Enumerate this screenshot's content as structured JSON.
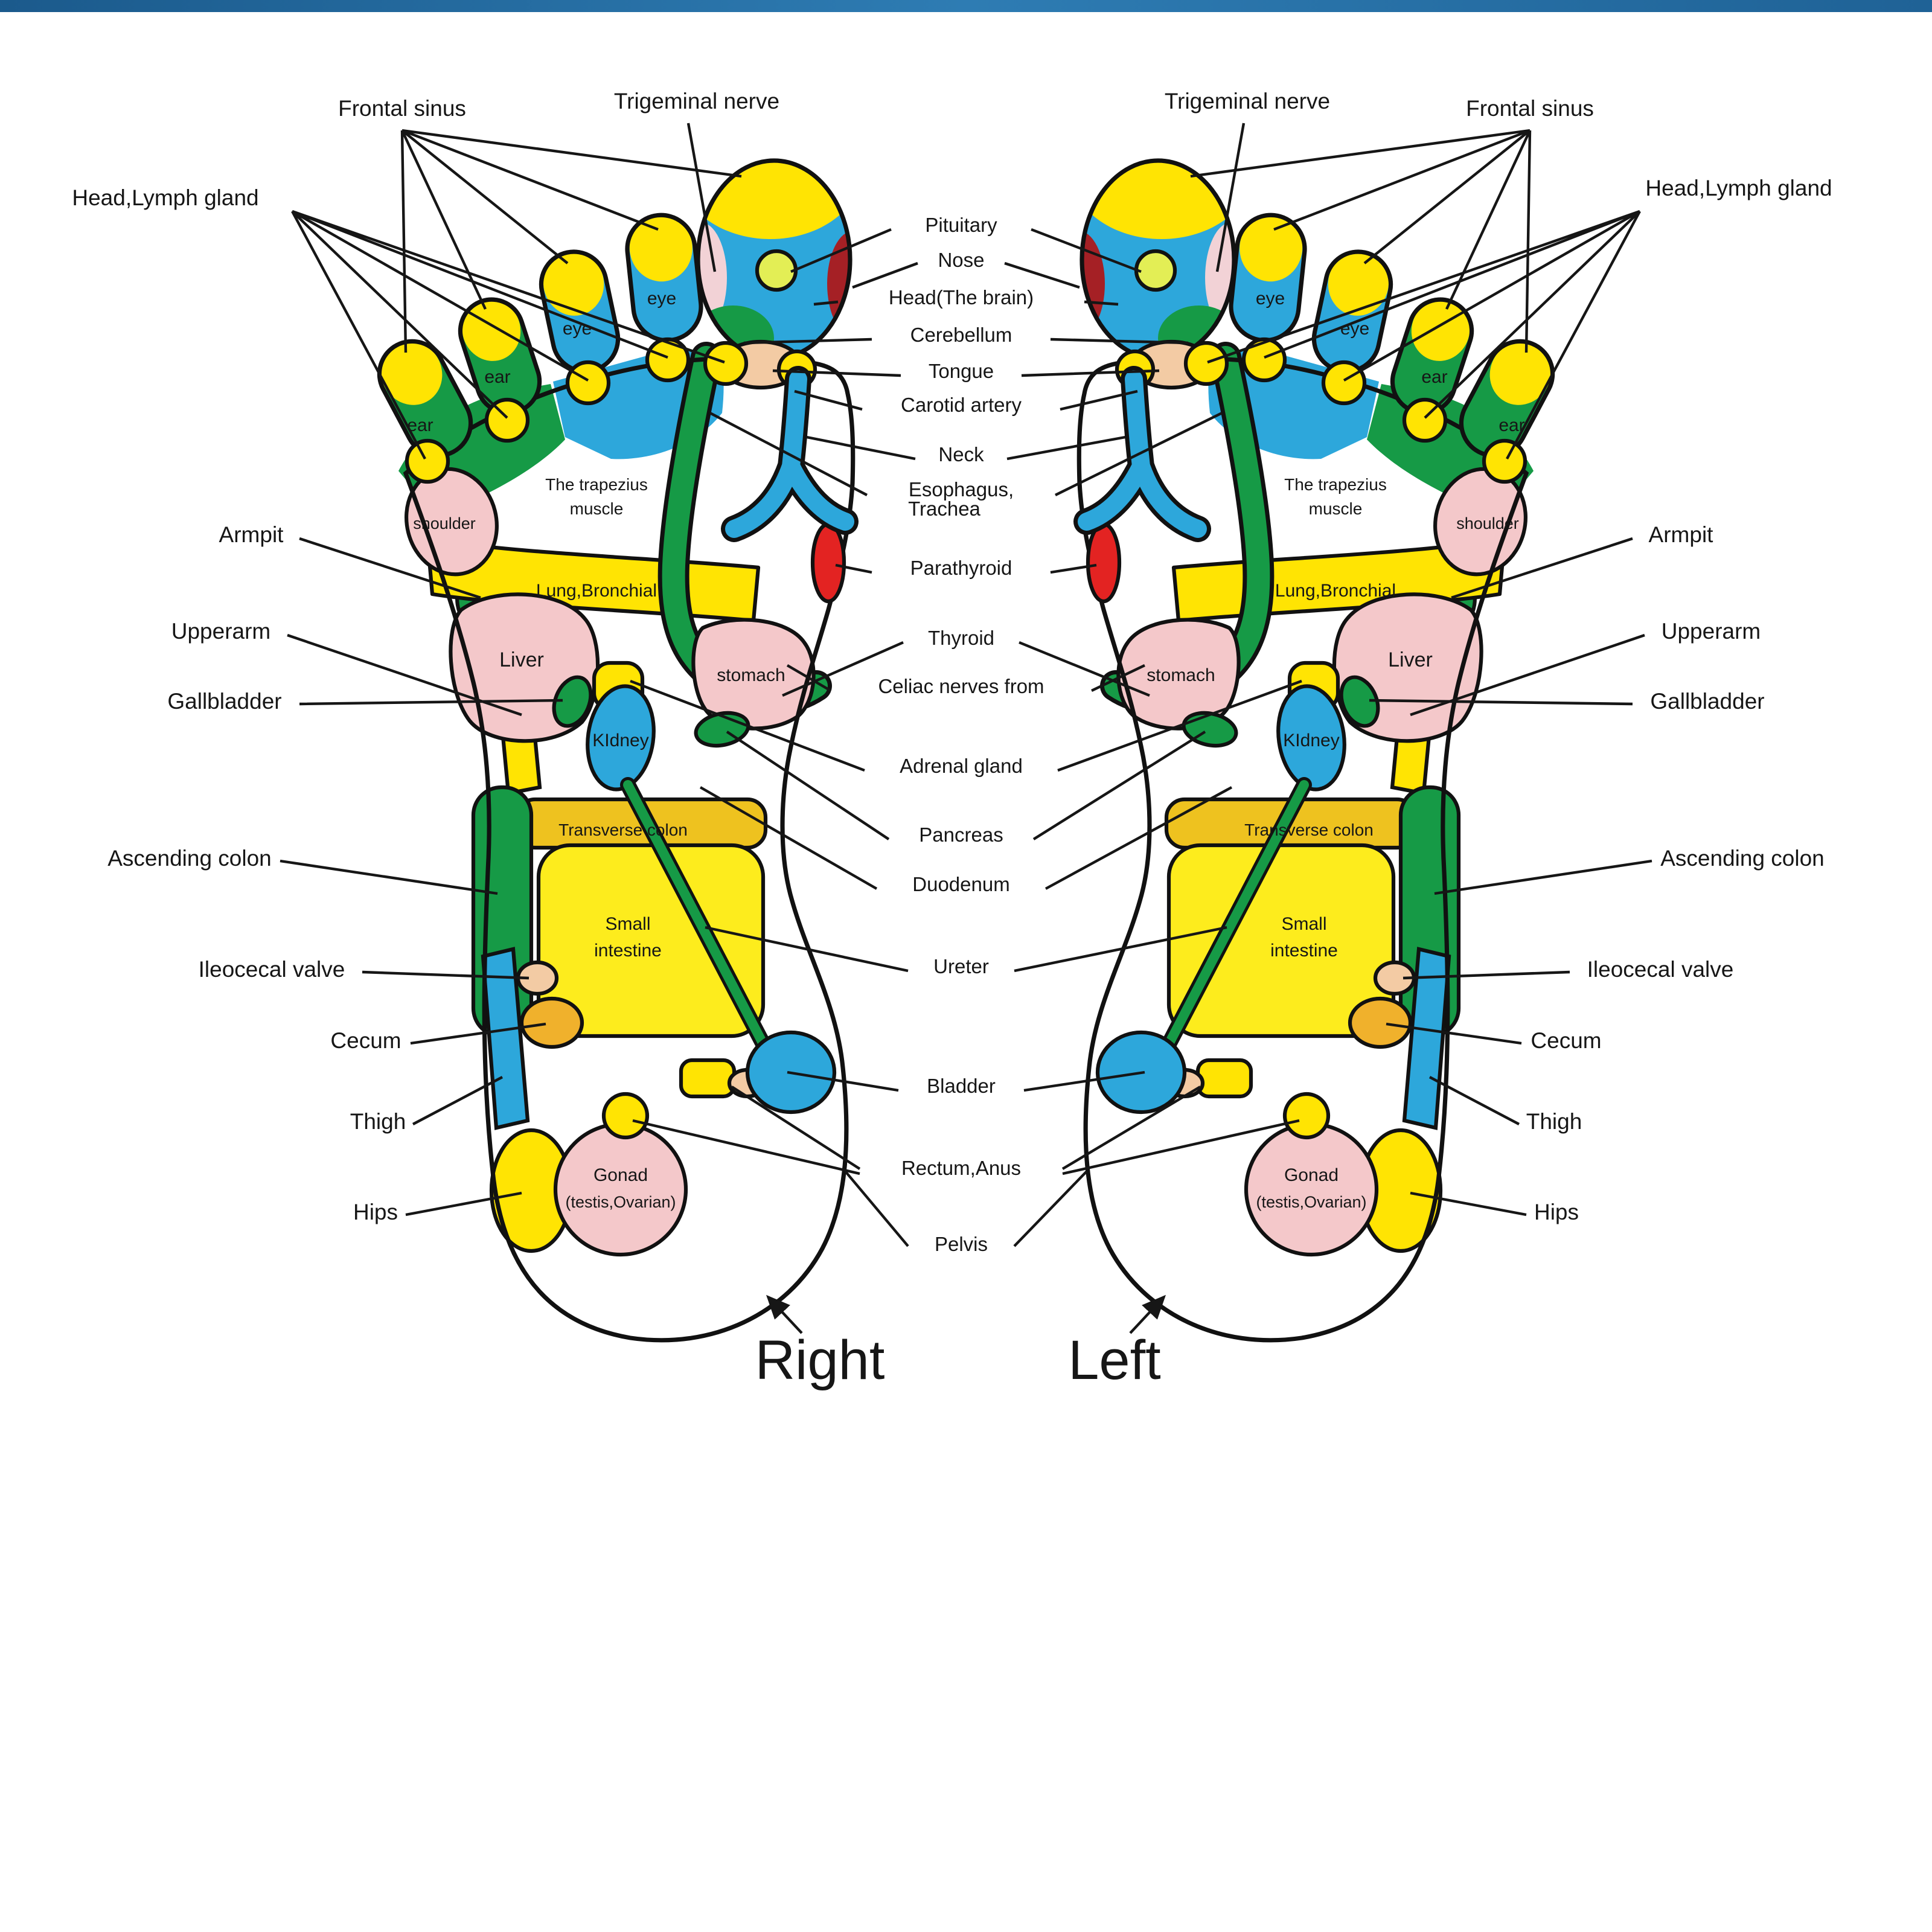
{
  "title": "Foot reflexology zone chart",
  "colors": {
    "top_bar_left": "#1b5a8c",
    "top_bar_right": "#2e7cb3",
    "zone_yellow": "#ffe403",
    "zone_bright_yellow": "#fdec1d",
    "zone_blue": "#2da7db",
    "zone_green": "#169a46",
    "zone_pink": "#f4c8ca",
    "zone_peach": "#f3cba4",
    "zone_amber": "#eec21f",
    "zone_red": "#e32322",
    "zone_dark_red": "#a52025",
    "pituitary_dot": "#e3ee55",
    "outline": "#111111",
    "background": "#ffffff"
  },
  "labels": {
    "top": {
      "frontal_sinus": "Frontal sinus",
      "trigeminal_nerve": "Trigeminal nerve",
      "head_lymph": "Head,Lymph gland"
    },
    "center": {
      "pituitary": "Pituitary",
      "nose": "Nose",
      "head_brain": "Head(The brain)",
      "cerebellum": "Cerebellum",
      "tongue": "Tongue",
      "carotid": "Carotid artery",
      "neck": "Neck",
      "esophagus": "Esophagus,",
      "trachea": "Trachea",
      "parathyroid": "Parathyroid",
      "thyroid": "Thyroid",
      "celiac": "Celiac nerves from",
      "adrenal": "Adrenal gland",
      "pancreas": "Pancreas",
      "duodenum": "Duodenum",
      "ureter": "Ureter",
      "bladder": "Bladder",
      "rectum": "Rectum,Anus",
      "pelvis": "Pelvis"
    },
    "side": {
      "armpit": "Armpit",
      "upperarm": "Upperarm",
      "gallbladder": "Gallbladder",
      "ascending": "Ascending colon",
      "ileocecal": "Ileocecal valve",
      "cecum": "Cecum",
      "thigh": "Thigh",
      "hips": "Hips"
    },
    "foot": {
      "eye": "eye",
      "ear": "ear",
      "shoulder": "shoulder",
      "trapezius1": "The trapezius",
      "trapezius2": "muscle",
      "lung": "Lung,Bronchial",
      "liver": "Liver",
      "stomach": "stomach",
      "kidney": "KIdney",
      "transverse": "Transverse colon",
      "small1": "Small",
      "small2": "intestine",
      "gonad1": "Gonad",
      "gonad2": "(testis,Ovarian)"
    },
    "bottom": {
      "right": "Right",
      "left": "Left"
    }
  }
}
